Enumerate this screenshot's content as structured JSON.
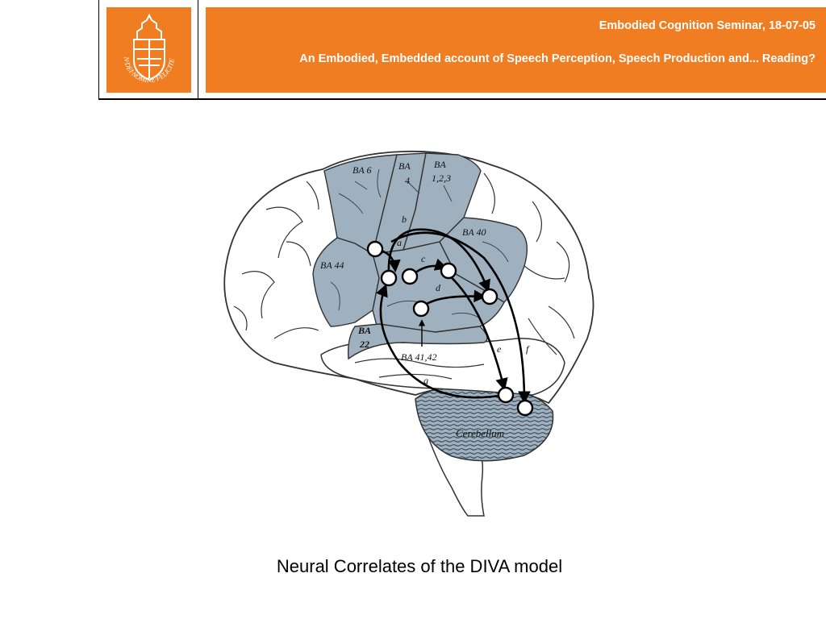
{
  "header": {
    "seminar": "Embodied Cognition Seminar, 18-07-05",
    "subtitle": "An Embodied, Embedded account of Speech Perception, Speech Production and... Reading?",
    "logo_motto": "IN·DEI·NOMINE·FELICITER",
    "logo_icon": "university-seal-icon",
    "accent_color": "#f07d22"
  },
  "diagram": {
    "area_labels": {
      "ba6": "BA 6",
      "ba4_a": "BA",
      "ba4_b": "4",
      "ba123_a": "BA",
      "ba123_b": "1,2,3",
      "ba40": "BA 40",
      "ba44": "BA 44",
      "ba22_a": "BA",
      "ba22_b": "22",
      "ba4142": "BA 41,42",
      "cerebellum": "Cerebellum"
    },
    "path_labels": {
      "a": "a",
      "b": "b",
      "c": "c",
      "d": "d",
      "e": "e",
      "f": "f",
      "g": "g"
    },
    "region_color": "#9fb0be",
    "cortex_color": "#ffffff"
  },
  "caption": "Neural Correlates of the DIVA model"
}
